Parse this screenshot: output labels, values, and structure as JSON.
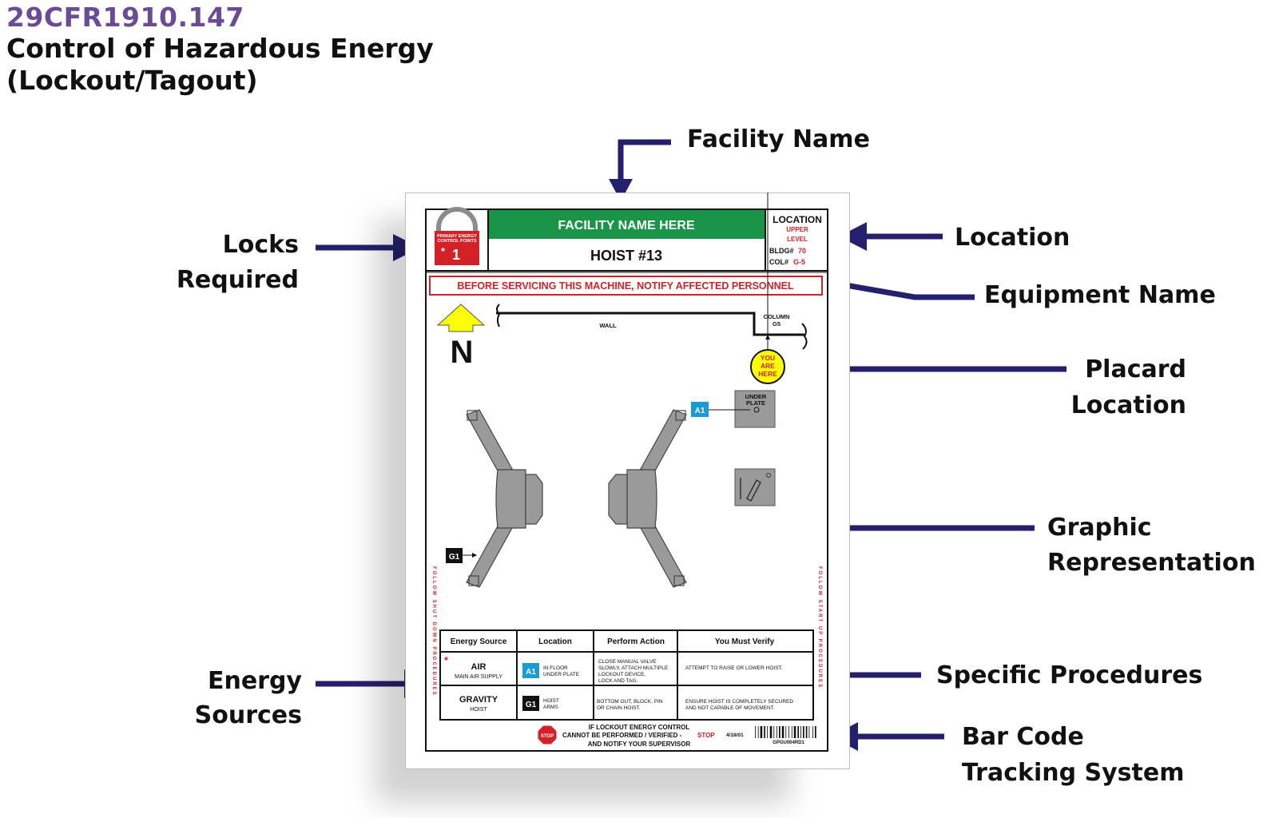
{
  "header": {
    "code": "29CFR1910.147",
    "title_line1": "Control of Hazardous Energy",
    "title_line2": "(Lockout/Tagout)"
  },
  "callouts": {
    "facility_name": "Facility Name",
    "locks_line1": "Locks",
    "locks_line2": "Required",
    "location": "Location",
    "equipment_name": "Equipment Name",
    "placard_line1": "Placard",
    "placard_line2": "Location",
    "graphic_line1": "Graphic",
    "graphic_line2": "Representation",
    "energy_line1": "Energy",
    "energy_line2": "Sources",
    "procedures": "Specific Procedures",
    "barcode_line1": "Bar Code",
    "barcode_line2": "Tracking System"
  },
  "placard": {
    "lock_text1": "PRIMARY ENERGY",
    "lock_text2": "CONTROL POINTS",
    "lock_star": "*",
    "lock_count": "1",
    "facility": "FACILITY NAME HERE",
    "equipment": "HOIST #13",
    "location_label": "LOCATION",
    "level_line1": "UPPER",
    "level_line2": "LEVEL",
    "bldg_label": "BLDG#",
    "bldg_value": "70",
    "col_label": "COL#",
    "col_value": "G-5",
    "warning": "BEFORE SERVICING THIS MACHINE, NOTIFY AFFECTED PERSONNEL",
    "north": "N",
    "wall": "WALL",
    "column_line1": "COLUMN",
    "column_line2": "G5",
    "you_line1": "YOU",
    "you_line2": "ARE",
    "you_line3": "HERE",
    "underplate_line1": "UNDER",
    "underplate_line2": "PLATE",
    "tag_a1": "A1",
    "tag_g1": "G1",
    "side_left": "FOLLOW SHUT DOWN PROCEDURES",
    "side_right": "FOLLOW START UP PROCEDURES",
    "table": {
      "headers": [
        "Energy Source",
        "Location",
        "Perform Action",
        "You Must Verify"
      ],
      "rows": [
        {
          "marker": "*",
          "source": "AIR",
          "source_sub": "MAIN AIR SUPPLY",
          "tag": "A1",
          "tag_color": "#1a9ad6",
          "loc_line1": "IN FLOOR",
          "loc_line2": "UNDER PLATE",
          "action_lines": [
            "CLOSE MANUAL VALVE",
            "SLOWLY, ATTACH MULTIPLE",
            "LOCKOUT DEVICE,",
            "LOCK AND TAG."
          ],
          "verify_lines": [
            "ATTEMPT TO RAISE OR LOWER HOIST."
          ]
        },
        {
          "marker": "",
          "source": "GRAVITY",
          "source_sub": "HOIST",
          "tag": "G1",
          "tag_color": "#111111",
          "loc_line1": "HOIST",
          "loc_line2": "ARMS",
          "action_lines": [
            "BOTTOM OUT, BLOCK, PIN",
            "OR CHAIN HOIST."
          ],
          "verify_lines": [
            "ENSURE HOIST IS COMPLETELY SECURED",
            "AND NOT CAPABLE OF MOVEMENT."
          ]
        }
      ]
    },
    "footer_line1": "IF LOCKOUT ENERGY CONTROL",
    "footer_line2a": "CANNOT BE PERFORMED / VERIFIED -",
    "footer_line2b": "STOP",
    "footer_line3": "AND NOTIFY YOUR SUPERVISOR",
    "stop_sign": "STOP",
    "date": "4/18/01",
    "barcode_id": "GPGU004RD1"
  },
  "colors": {
    "code_purple": "#6b4a96",
    "arrow_navy": "#25206e",
    "green": "#1a9447",
    "red": "#d42027",
    "yellow": "#ffff00",
    "a1_blue": "#1a9ad6"
  }
}
